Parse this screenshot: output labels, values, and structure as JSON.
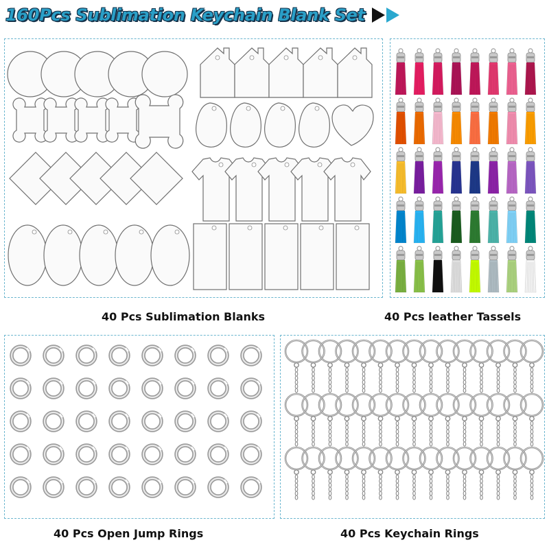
{
  "title": "160Pcs Sublimation Keychain Blank Set",
  "captions": {
    "blanks": "40 Pcs Sublimation Blanks",
    "tassels": "40 Pcs leather Tassels",
    "jump_rings": "40 Pcs Open Jump Rings",
    "keychain_rings": "40 Pcs Keychain Rings"
  },
  "icons": {
    "title_arrows": [
      "play-arrow-black-icon",
      "play-arrow-blue-icon"
    ]
  },
  "colors": {
    "title_fill": "#2a9fc7",
    "title_outline": "#16324a",
    "panel_border": "#6bb6cf"
  },
  "blank_shapes": [
    "circle",
    "house",
    "bone",
    "water-drop",
    "heart",
    "diamond",
    "t-shirt",
    "oval",
    "rectangle"
  ],
  "tassel_colors": [
    [
      "#c2185b",
      "#e91e63",
      "#d81b60",
      "#ad1457",
      "#c2185b",
      "#e53970",
      "#f06292",
      "#b0174f"
    ],
    [
      "#e65100",
      "#ef6c00",
      "#f8bbd0",
      "#fb8c00",
      "#ff7043",
      "#f57c00",
      "#f48fb1",
      "#ffa000"
    ],
    [
      "#fbc02d",
      "#7b1fa2",
      "#9c27b0",
      "#283593",
      "#1e3a8a",
      "#8e24aa",
      "#ba68c8",
      "#7e57c2"
    ],
    [
      "#0288d1",
      "#29b6f6",
      "#26a69a",
      "#1b5e20",
      "#2e7d32",
      "#4db6ac",
      "#81d4fa",
      "#00897b"
    ],
    [
      "#7cb342",
      "#8bc34a",
      "#111111",
      "#e0e0e0",
      "#c6ff00",
      "#b0bec5",
      "#aed581",
      "#f5f5f5"
    ]
  ]
}
